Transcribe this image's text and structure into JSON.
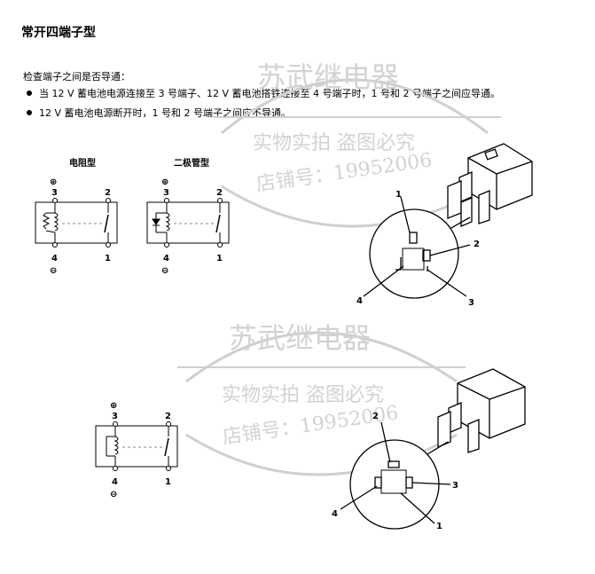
{
  "header": {
    "title": "常开四端子型",
    "intro": "检查端子之间是否导通："
  },
  "bullets": [
    "当 12 V 蓄电池电源连接至 3 号端子、12 V 蓄电池搭铁连接至 4 号端子时，1 号和 2 号端子之间应导通。",
    "12 V 蓄电池电源断开时，1 号和 2 号端子之间应不导通。"
  ],
  "diagrams": {
    "resistor_title": "电阻型",
    "diode_title": "二极管型",
    "plus_symbol": "⊕",
    "minus_symbol": "⊖",
    "terminal_labels": [
      "1",
      "2",
      "3",
      "4"
    ]
  },
  "watermark": {
    "line1": "苏武继电器",
    "line2": "实物实拍  盗图必究",
    "line3": "店铺号：19952006",
    "color": "#d2d2d2"
  }
}
